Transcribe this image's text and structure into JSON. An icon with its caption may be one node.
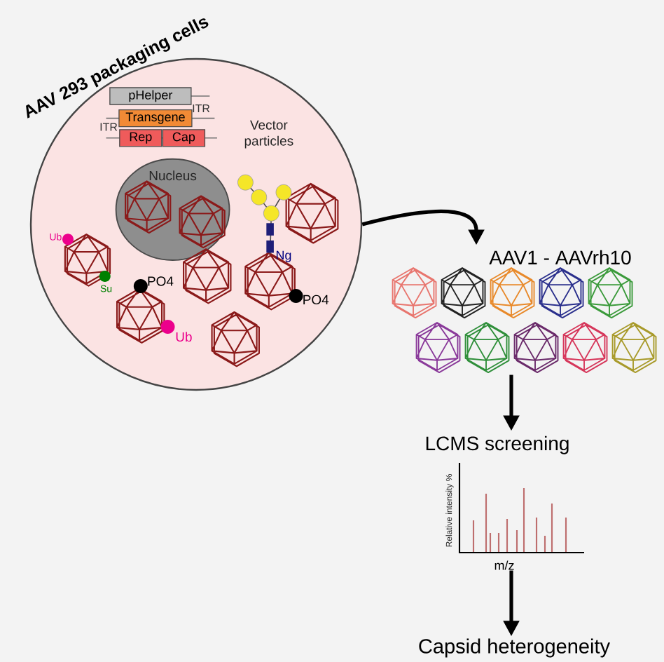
{
  "diagram": {
    "nodes": [
      {
        "text": [
          "AAV 293 packaging cells"
        ]
      },
      {
        "text": [
          "pHelper"
        ],
        "in": 0
      },
      {
        "text": [
          "Transgene"
        ],
        "in": 0
      },
      {
        "text": [
          "Rep"
        ],
        "in": 0
      },
      {
        "text": [
          "Cap"
        ],
        "in": 0
      },
      {
        "text": [
          "Nucleus"
        ],
        "in": 0
      },
      {
        "text": [
          "AAV1 - AAVrh10"
        ]
      },
      {
        "text": [
          "LCMS screening"
        ]
      },
      {
        "text": [
          "Capsid heterogeneity"
        ]
      }
    ],
    "edges": [
      {
        "from": 0,
        "to": 6,
        "arrow": "to"
      },
      {
        "from": 6,
        "to": 7,
        "arrow": "to"
      },
      {
        "from": 7,
        "to": 8,
        "arrow": "to"
      }
    ],
    "labels": [
      "ITR",
      "ITR",
      "Vector particles",
      "Ub",
      "Ng",
      "Su",
      "PO4",
      "PO4",
      "Ub",
      "Relative intensity %",
      "m/z"
    ]
  }
}
